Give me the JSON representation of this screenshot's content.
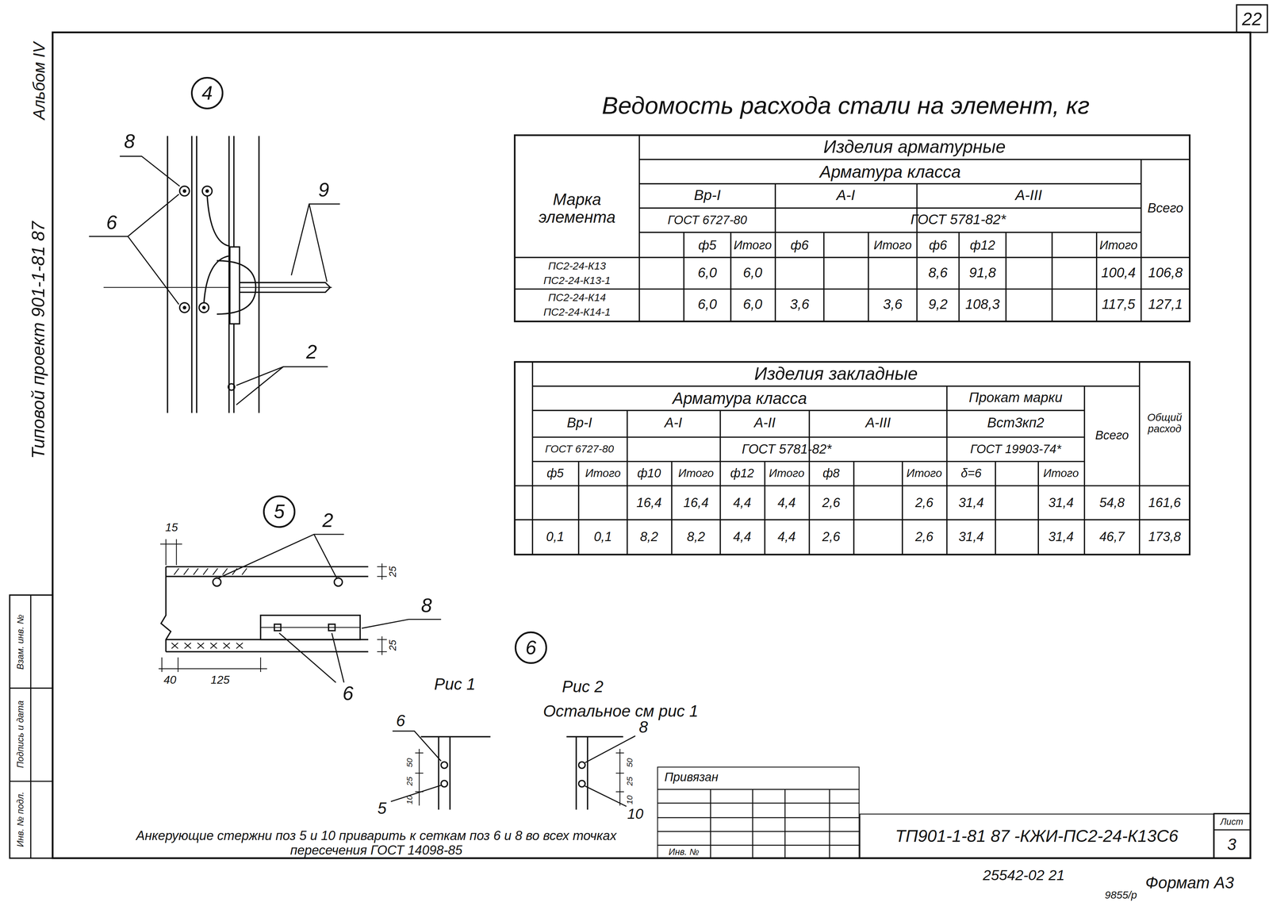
{
  "diagram": {
    "title": "Ведомость расхода стали на элемент, кг",
    "nodes": [
      {
        "text": [
          "4"
        ]
      },
      {
        "text": [
          "5"
        ]
      },
      {
        "text": [
          "6"
        ]
      },
      {
        "text": [
          "Привязан"
        ]
      },
      {
        "text": [
          "ТП901-1-81 87 -КЖИ-ПС2-24-К13С6"
        ]
      }
    ],
    "labels": [
      "22",
      "Типовой проект 901-1-81 87",
      "Альбом IV",
      "Инв. № подл.",
      "Подпись и дата",
      "Взам. инв. №",
      "8",
      "6",
      "9",
      "2",
      "15",
      "2",
      "25",
      "8",
      "25",
      "40",
      "125",
      "6",
      "Рис 1",
      "Рис 2",
      "Остальное см рис 1",
      "6",
      "8",
      "50",
      "25",
      "10",
      "50",
      "25",
      "10",
      "5",
      "10",
      "Анкерующие стержни поз 5 и 10 приварить к сеткам поз 6 и 8 во всех точках пересечения ГОСТ 14098-85",
      "Изделия арматурные",
      "Арматура класса",
      "Марка элемента",
      "Вр-I",
      "А-I",
      "А-III",
      "ГОСТ 6727-80",
      "ГОСТ 5781-82*",
      "Всего",
      "ф5",
      "Итого",
      "ф6",
      "Итого",
      "ф6",
      "ф12",
      "Итого",
      "ПС2-24-К13",
      "ПС2-24-К13-1",
      "6,0",
      "6,0",
      "8,6",
      "91,8",
      "100,4",
      "106,8",
      "ПС2-24-К14",
      "ПС2-24-К14-1",
      "6,0",
      "6,0",
      "3,6",
      "3,6",
      "9,2",
      "108,3",
      "117,5",
      "127,1",
      "Изделия закладные",
      "Арматура класса",
      "Прокат марки",
      "Общий расход",
      "Вр-I",
      "А-I",
      "А-II",
      "А-III",
      "Вст3кп2",
      "ГОСТ 6727-80",
      "ГОСТ 5781-82*",
      "ГОСТ 19903-74*",
      "Всего",
      "ф5",
      "Итого",
      "ф10",
      "Итого",
      "ф12",
      "Итого",
      "ф8",
      "Итого",
      "δ=6",
      "Итого",
      "16,4",
      "16,4",
      "4,4",
      "4,4",
      "2,6",
      "2,6",
      "31,4",
      "31,4",
      "54,8",
      "161,6",
      "0,1",
      "0,1",
      "8,2",
      "8,2",
      "4,4",
      "4,4",
      "2,6",
      "2,6",
      "31,4",
      "31,4",
      "46,7",
      "173,8",
      "Лист",
      "3",
      "Инв. №",
      "25542-02 21",
      "9855/р",
      "Формат А3"
    ]
  }
}
